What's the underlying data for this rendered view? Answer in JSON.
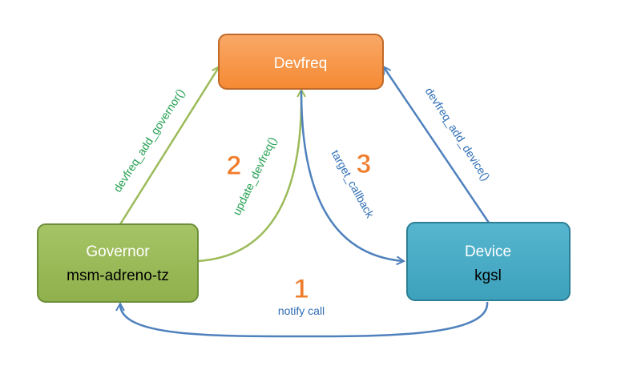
{
  "nodes": {
    "devfreq": {
      "label": "Devfreq",
      "fill": "#F79646",
      "stroke": "#C0692A"
    },
    "governor": {
      "label": "Governor",
      "sublabel": "msm-adreno-tz",
      "fill": "#9BBB59",
      "stroke": "#6E8F3A"
    },
    "device": {
      "label": "Device",
      "sublabel": "kgsl",
      "fill": "#4BACC6",
      "stroke": "#2C7F95"
    }
  },
  "edges": {
    "add_governor": {
      "label": "devfreq_add_governor()",
      "color": "#9BBB59",
      "text_color": "#22A050"
    },
    "update_devfreq": {
      "label": "update_devfreq()",
      "color": "#9BBB59",
      "text_color": "#22A050"
    },
    "target_callback": {
      "label": "target_callback",
      "color": "#4F81BD",
      "text_color": "#2E6DB4"
    },
    "add_device": {
      "label": "devfreq_add_device()",
      "color": "#4F81BD",
      "text_color": "#2E6DB4"
    },
    "notify_call": {
      "label": "notify call",
      "color": "#4F81BD",
      "text_color": "#2E6DB4"
    }
  },
  "steps": {
    "one": "1",
    "two": "2",
    "three": "3",
    "color": "#F07C2A"
  }
}
